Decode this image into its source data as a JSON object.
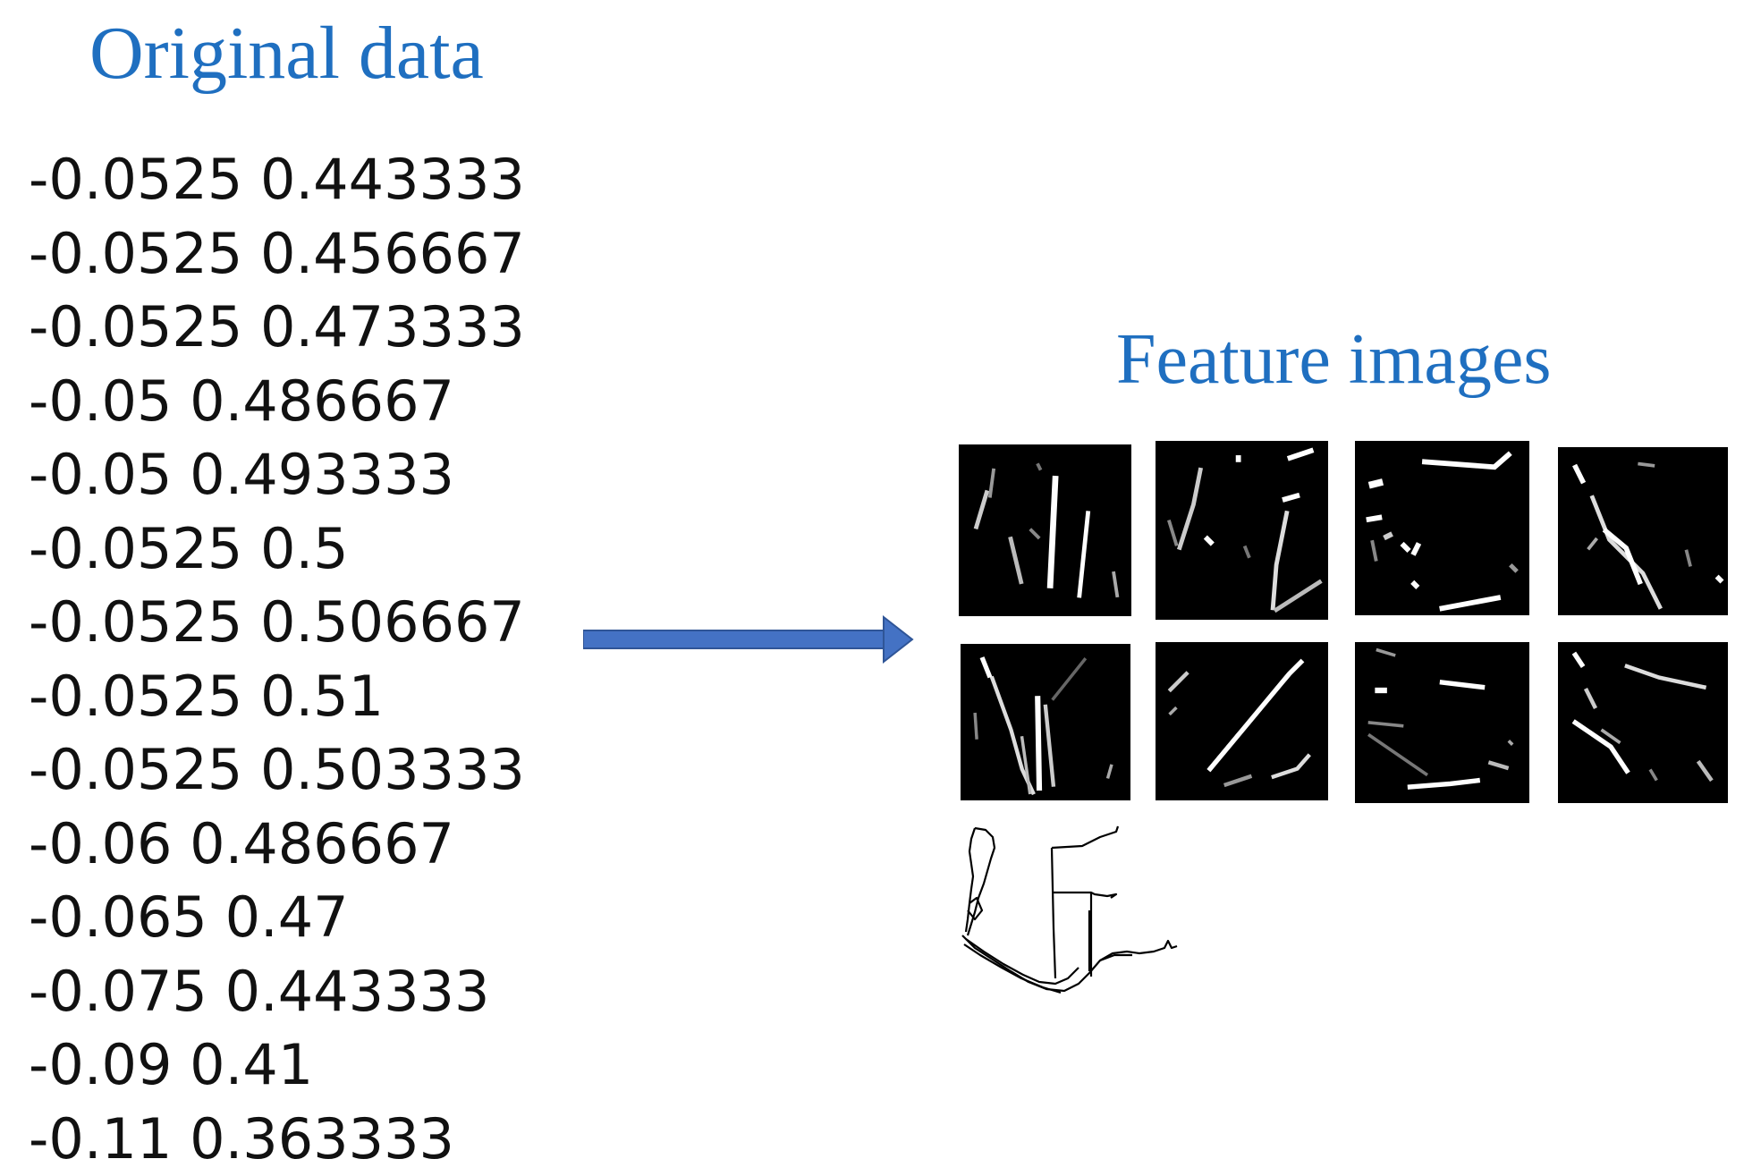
{
  "left_title": "Original data",
  "right_title": "Feature images",
  "original_data": [
    "-0.0525 0.443333",
    "-0.0525 0.456667",
    "-0.0525 0.473333",
    "-0.05 0.486667",
    "-0.05 0.493333",
    "-0.0525 0.5",
    "-0.0525 0.506667",
    "-0.0525 0.51",
    "-0.0525 0.503333",
    "-0.06 0.486667",
    "-0.065 0.47",
    "-0.075 0.443333",
    "-0.09 0.41",
    "-0.11 0.363333"
  ],
  "colors": {
    "title_blue": "#1f6fc0",
    "arrow_blue": "#4472c4",
    "text": "#111111"
  },
  "feature_image_count": 8
}
